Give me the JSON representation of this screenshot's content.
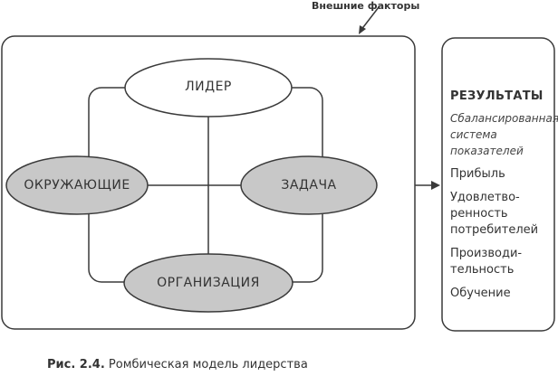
{
  "external_factors": "Внешние факторы",
  "nodes": {
    "leader": "ЛИДЕР",
    "environment": "ОКРУЖАЮЩИЕ",
    "task": "ЗАДАЧА",
    "organization": "ОРГАНИЗАЦИЯ"
  },
  "results": {
    "title": "РЕЗУЛЬТАТЫ",
    "scorecard": "Сбалансированная система показателей",
    "items": [
      "Прибыль",
      "Удовлетво-ренность потребителей",
      "Производи-тельность",
      "Обучение"
    ]
  },
  "caption": {
    "number": "Рис. 2.4.",
    "text": "Ромбическая модель лидерства"
  },
  "colors": {
    "line": "#3a3a3a",
    "ellipse_fill_gray": "#c8c8c8",
    "ellipse_fill_white": "#ffffff"
  }
}
